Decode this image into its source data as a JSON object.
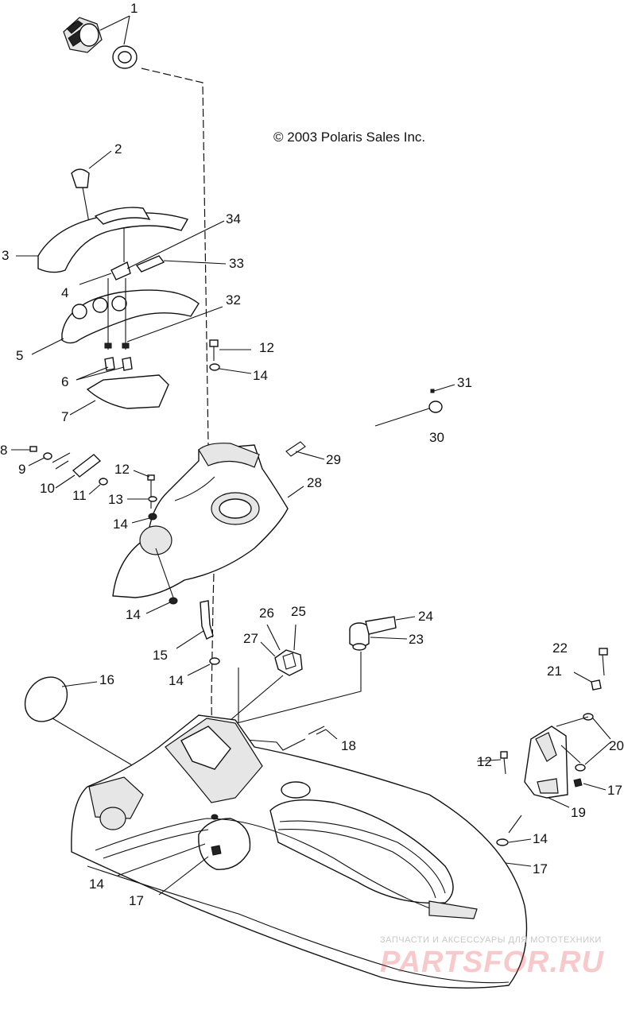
{
  "copyright": "© 2003 Polaris Sales Inc.",
  "watermark": {
    "top": "ЗАПЧАСТИ И АКСЕССУАРЫ ДЛЯ МОТОТЕХНИКИ",
    "main": "PARTSFOR.RU"
  },
  "callouts": {
    "n1": "1",
    "n2": "2",
    "n3": "3",
    "n4": "4",
    "n5": "5",
    "n6": "6",
    "n7": "7",
    "n8": "8",
    "n9": "9",
    "n10": "10",
    "n11": "11",
    "n12a": "12",
    "n12b": "12",
    "n12c": "12",
    "n13": "13",
    "n14a": "14",
    "n14b": "14",
    "n14c": "14",
    "n14d": "14",
    "n14e": "14",
    "n14f": "14",
    "n15": "15",
    "n16": "16",
    "n17a": "17",
    "n17b": "17",
    "n17c": "17",
    "n18": "18",
    "n19": "19",
    "n20": "20",
    "n21": "21",
    "n22": "22",
    "n23": "23",
    "n24": "24",
    "n25": "25",
    "n26": "26",
    "n27": "27",
    "n28": "28",
    "n29": "29",
    "n30": "30",
    "n31": "31",
    "n32": "32",
    "n33": "33",
    "n34": "34"
  }
}
